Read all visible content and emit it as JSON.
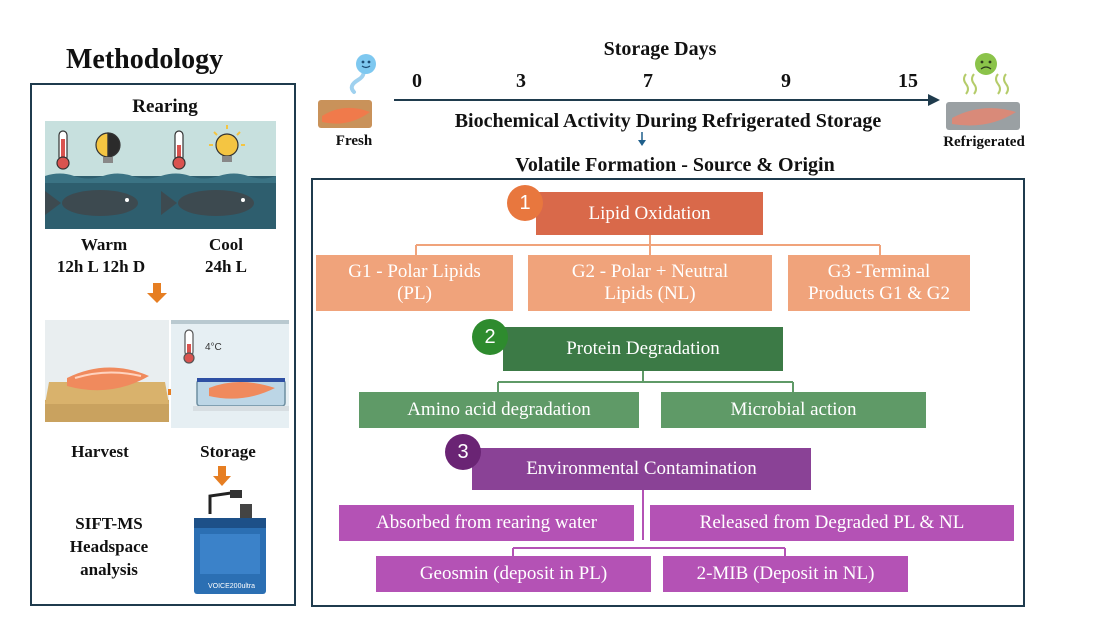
{
  "methodology": {
    "title": "Methodology",
    "rearing_label": "Rearing",
    "warm_label": "Warm",
    "warm_photoperiod": "12h L 12h D",
    "cool_label": "Cool",
    "cool_photoperiod": "24h L",
    "fridge_temp": "4°C",
    "harvest_label": "Harvest",
    "storage_label": "Storage",
    "analysis_line1": "SIFT-MS",
    "analysis_line2": "Headspace",
    "analysis_line3": "analysis",
    "instrument_text": "VOICE200ultra"
  },
  "timeline": {
    "title": "Storage Days",
    "days": [
      "0",
      "3",
      "7",
      "9",
      "15"
    ],
    "subtitle": "Biochemical Activity During Refrigerated Storage",
    "fresh_label": "Fresh",
    "refrigerated_label": "Refrigerated"
  },
  "volatile": {
    "title": "Volatile Formation - Source & Origin",
    "groups": [
      {
        "number": "1",
        "main": "Lipid Oxidation",
        "subs": [
          [
            "G1 - Polar Lipids",
            "(PL)"
          ],
          [
            "G2 - Polar + Neutral",
            "Lipids (NL)"
          ],
          [
            "G3 -Terminal",
            "Products G1 & G2"
          ]
        ]
      },
      {
        "number": "2",
        "main": "Protein Degradation",
        "subs": [
          "Amino acid degradation",
          "Microbial action"
        ]
      },
      {
        "number": "3",
        "main": "Environmental Contamination",
        "subs": [
          "Absorbed from rearing water",
          "Released from Degraded PL & NL"
        ],
        "subs2": [
          "Geosmin (deposit in PL)",
          "2-MIB (Deposit in NL)"
        ]
      }
    ]
  },
  "colors": {
    "orange_main": "#d9694a",
    "orange_sub": "#f0a37b",
    "green_main": "#3c7a46",
    "green_sub": "#5f9a67",
    "purple_main": "#8a4296",
    "purple_sub": "#b452b5",
    "arrow_orange": "#e67e22",
    "border": "#1f3b4d"
  }
}
